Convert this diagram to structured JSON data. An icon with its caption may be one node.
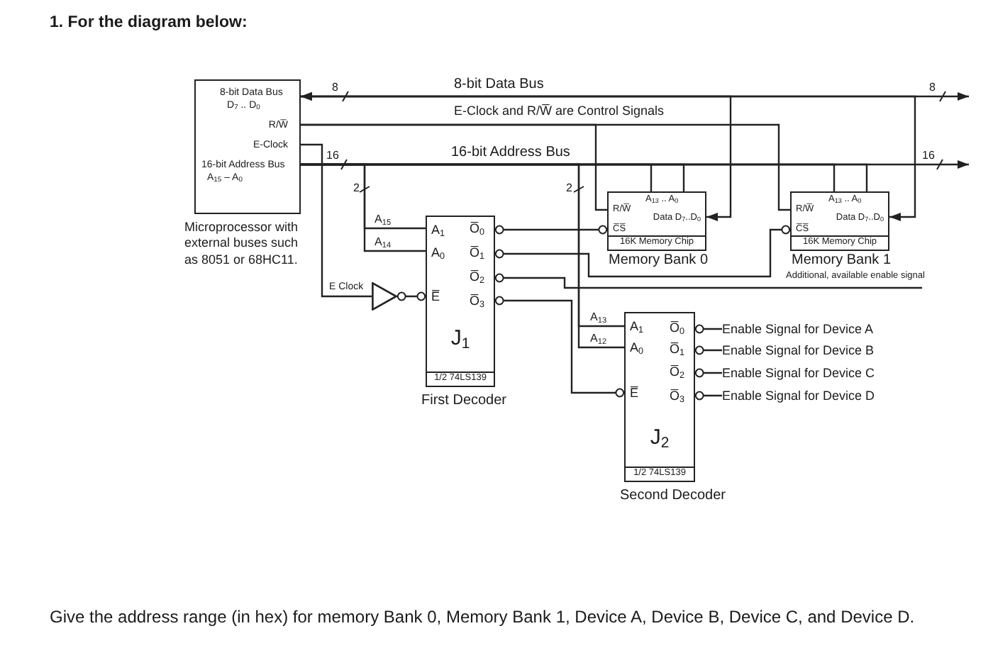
{
  "diagram": {
    "title": "1. For the diagram below:",
    "caption": "Give the address range (in hex) for memory Bank 0, Memory Bank 1, Device A, Device B, Device C, and Device D.",
    "nodes": [
      {
        "text": [
          "8-bit Data Bus",
          "D$_{7}$ .. D$_{0}$",
          "R/W̅",
          "E-Clock",
          "16-bit Address Bus",
          "A$_{15}$ – A$_{0}$"
        ],
        "beside": [
          "Microprocessor with external buses such as 8051 or 68HC11."
        ]
      },
      {
        "text": [
          "A$_{13}$ .. A$_{0}$",
          "R/W̅",
          "Data D$_{7}$..D$_{0}$",
          "C̅S̅",
          "16K Memory Chip"
        ],
        "beside": [
          "Memory Bank 0"
        ]
      },
      {
        "text": [
          "A$_{13}$ .. A$_{0}$",
          "R/W̅",
          "Data D$_{7}$..D$_{0}$",
          "C̅S̅",
          "16K Memory Chip"
        ],
        "beside": [
          "Memory Bank 1"
        ]
      },
      {
        "text": [
          "A$_{1}$",
          "O̅$_{0}$",
          "A$_{0}$",
          "O̅$_{1}$",
          "O̅$_{2}$",
          "E̅",
          "O̅$_{3}$",
          "J$_{1}$",
          "1/2 74LS139"
        ],
        "beside": [
          "First Decoder"
        ]
      },
      {
        "text": [],
        "shape": "triangle"
      },
      {
        "text": [
          "A$_{1}$",
          "O̅$_{0}$",
          "A$_{0}$",
          "O̅$_{1}$",
          "O̅$_{2}$",
          "E̅",
          "O̅$_{3}$",
          "J$_{2}$",
          "1/2 74LS139"
        ],
        "beside": [
          "Second Decoder"
        ]
      },
      {
        "text": [
          "Enable Signal for Device A"
        ]
      },
      {
        "text": [
          "Enable Signal for Device B"
        ]
      },
      {
        "text": [
          "Enable Signal for Device C"
        ]
      },
      {
        "text": [
          "Enable Signal for Device D"
        ]
      }
    ],
    "edges": [
      {
        "from": 0,
        "to": 1,
        "arrow": "both"
      },
      {
        "from": 0,
        "to": 2,
        "arrow": "both"
      },
      {
        "from": 0,
        "to": null,
        "arrow": "both"
      },
      {
        "from": 0,
        "to": 1,
        "arrow": "none"
      },
      {
        "from": 0,
        "to": 2,
        "arrow": "none"
      },
      {
        "from": 0,
        "to": 4,
        "arrow": "none",
        "label": "E Clock"
      },
      {
        "from": 4,
        "to": 3,
        "arrow": "other"
      },
      {
        "from": 0,
        "to": 1,
        "arrow": "none"
      },
      {
        "from": 0,
        "to": 1,
        "arrow": "none"
      },
      {
        "from": 0,
        "to": 2,
        "arrow": "none"
      },
      {
        "from": 0,
        "to": 2,
        "arrow": "none"
      },
      {
        "from": 0,
        "to": null,
        "arrow": "to"
      },
      {
        "from": 0,
        "to": 3,
        "arrow": "none",
        "label": "A$_{15}$"
      },
      {
        "from": 0,
        "to": 3,
        "arrow": "none",
        "label": "A$_{14}$"
      },
      {
        "from": 0,
        "to": 5,
        "arrow": "none",
        "label": "A$_{13}$"
      },
      {
        "from": 0,
        "to": 5,
        "arrow": "none",
        "label": "A$_{12}$"
      },
      {
        "from": 3,
        "to": 1,
        "arrow": "other"
      },
      {
        "from": 3,
        "to": 2,
        "arrow": "other"
      },
      {
        "from": 3,
        "to": null,
        "arrow": "other",
        "label": "Additional, available enable signal"
      },
      {
        "from": 3,
        "to": 5,
        "arrow": "other"
      },
      {
        "from": 5,
        "to": 6,
        "arrow": "other"
      },
      {
        "from": 5,
        "to": 7,
        "arrow": "other"
      },
      {
        "from": 5,
        "to": 8,
        "arrow": "other"
      },
      {
        "from": 5,
        "to": 9,
        "arrow": "other"
      }
    ],
    "labels": [
      "8",
      "8-bit Data Bus",
      "8",
      "E-Clock and R/W̅ are Control Signals",
      "16",
      "16-bit Address Bus",
      "16",
      "2",
      "2"
    ]
  }
}
